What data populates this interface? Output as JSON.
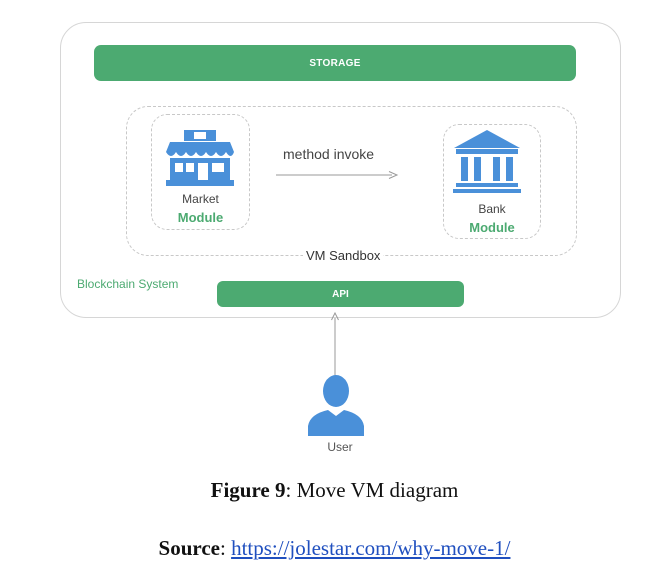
{
  "diagram": {
    "storage_label": "STORAGE",
    "market_label": "Market",
    "market_module_word": "Module",
    "bank_label": "Bank",
    "bank_module_word": "Module",
    "method_invoke_label": "method invoke",
    "sandbox_label": "VM Sandbox",
    "blockchain_label": "Blockchain System",
    "api_label": "API",
    "user_label": "User",
    "accent_color": "#4caa71",
    "icon_color": "#4a90d9",
    "icons": {
      "market": "store-icon",
      "bank": "bank-icon",
      "user": "user-icon"
    }
  },
  "caption": {
    "prefix": "Figure 9",
    "separator": ": ",
    "text": "Move VM diagram"
  },
  "source": {
    "prefix": "Source",
    "separator": ": ",
    "link_text": "https://jolestar.com/why-move-1/"
  }
}
